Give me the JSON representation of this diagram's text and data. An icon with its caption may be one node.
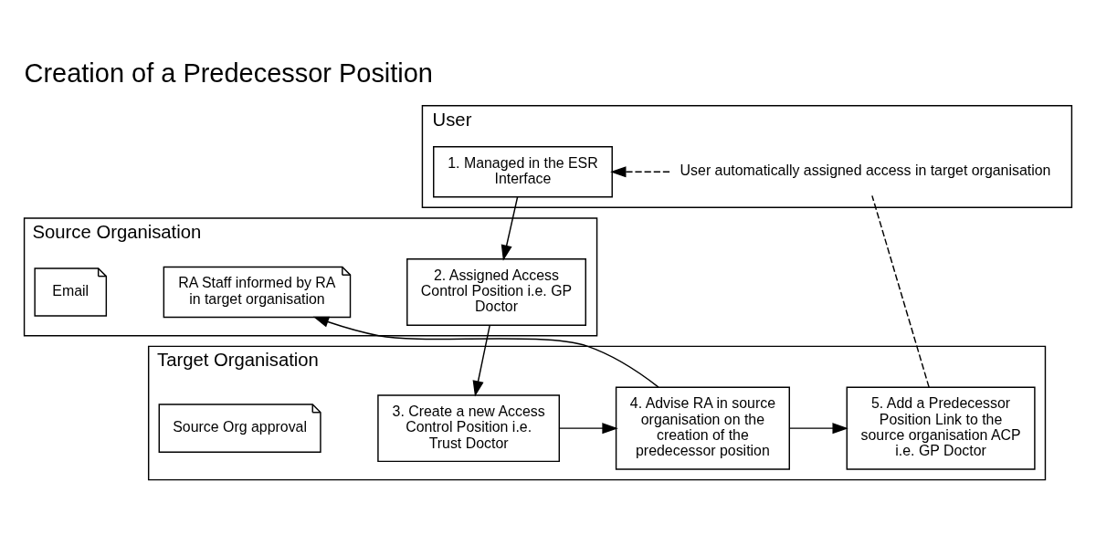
{
  "diagram": {
    "title": "Creation of a Predecessor Position",
    "nodes": [
      {
        "text": [
          "User"
        ]
      },
      {
        "text": [
          "1. Managed in the ESR Interface"
        ],
        "in": 0
      },
      {
        "text": [
          "Source Organisation"
        ]
      },
      {
        "text": [
          "2. Assigned Access Control Position i.e. GP Doctor"
        ],
        "in": 2
      },
      {
        "text": [
          "RA Staff informed by RA in target organisation"
        ],
        "in": 2
      },
      {
        "text": [
          "Email"
        ],
        "in": 2
      },
      {
        "text": [
          "Target Organisation"
        ]
      },
      {
        "text": [
          "3. Create a new Access Control Position i.e. Trust Doctor"
        ],
        "in": 6
      },
      {
        "text": [
          "4. Advise RA in source organisation on the creation of the predecessor position"
        ],
        "in": 6
      },
      {
        "text": [
          "5. Add a Predecessor Position Link to the source organisation ACP i.e. GP Doctor"
        ],
        "in": 6
      },
      {
        "text": [
          "Source Org approval"
        ],
        "in": 6
      },
      {
        "text": [
          "User automatically assigned access in target organisation"
        ],
        "in": 0
      }
    ],
    "edges": [
      {
        "from": 1,
        "to": 3,
        "arrow": "to"
      },
      {
        "from": 3,
        "to": 7,
        "arrow": "to"
      },
      {
        "from": 7,
        "to": 8,
        "arrow": "to"
      },
      {
        "from": 8,
        "to": 4,
        "arrow": "to"
      },
      {
        "from": 8,
        "to": 9,
        "arrow": "to"
      },
      {
        "from": 9,
        "to": 11,
        "arrow": "none",
        "style": "dashed"
      },
      {
        "from": 11,
        "to": 1,
        "arrow": "to",
        "style": "dashed"
      }
    ]
  }
}
